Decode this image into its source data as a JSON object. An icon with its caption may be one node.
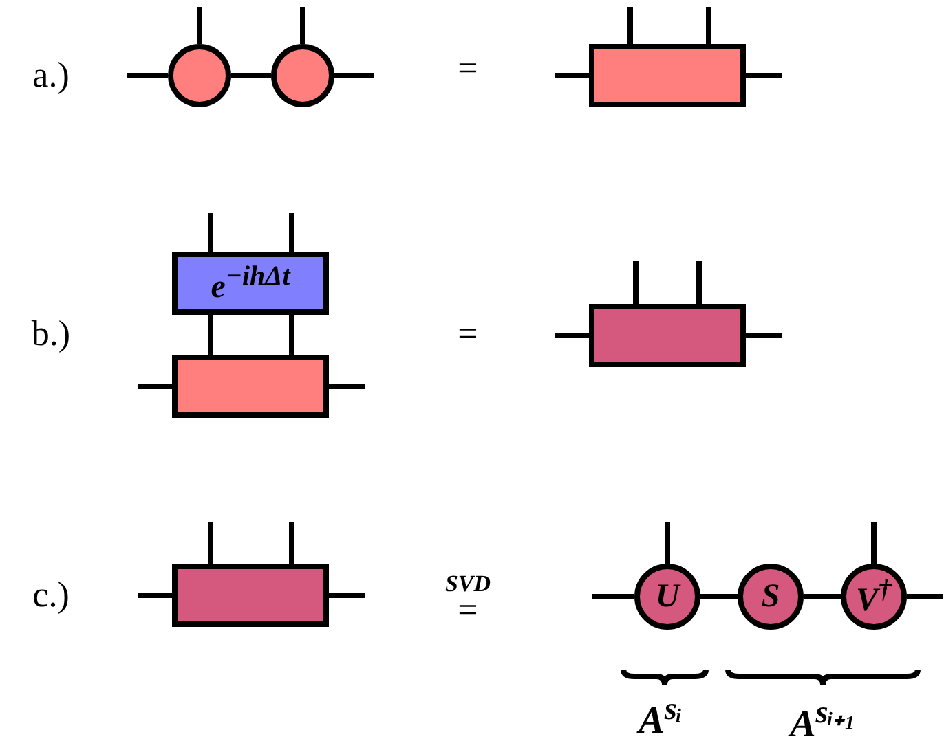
{
  "diagram": {
    "nodes": [
      {
        "text": [],
        "shape": "circle"
      },
      {
        "text": [],
        "shape": "circle"
      },
      {
        "text": [],
        "shape": "box"
      },
      {
        "text": [
          "e$^{−ihΔt}$"
        ]
      },
      {
        "text": [],
        "shape": "box"
      },
      {
        "text": [],
        "shape": "box"
      },
      {
        "text": [],
        "shape": "box"
      },
      {
        "text": [
          "U"
        ]
      },
      {
        "text": [
          "S"
        ]
      },
      {
        "text": [
          "V$^{†}$"
        ]
      }
    ],
    "edges": [
      {
        "from": 0,
        "to": 1,
        "arrow": "none"
      },
      {
        "from": 3,
        "to": 4,
        "arrow": "none"
      },
      {
        "from": 3,
        "to": 4,
        "arrow": "none"
      },
      {
        "from": 7,
        "to": 8,
        "arrow": "none"
      },
      {
        "from": 8,
        "to": 9,
        "arrow": "none"
      }
    ],
    "labels": [
      "a.)",
      "=",
      "b.)",
      "=",
      "c.)",
      "SVD",
      "=",
      "A$^{sᵢ}$",
      "A$^{sᵢ₊₁}$"
    ]
  }
}
